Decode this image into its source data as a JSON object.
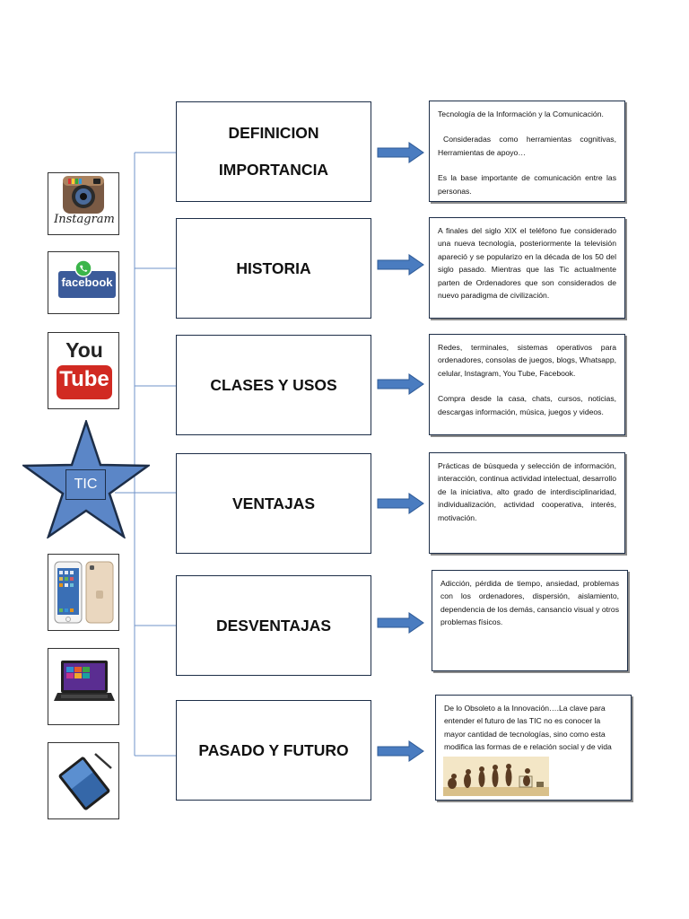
{
  "center": {
    "label": "TIC"
  },
  "icons": {
    "instagram_word": "Instagram",
    "facebook_word": "facebook",
    "youtube_you": "You",
    "youtube_tube": "Tube"
  },
  "topics": [
    {
      "lines": [
        "DEFINICION",
        "IMPORTANCIA"
      ]
    },
    {
      "lines": [
        "HISTORIA"
      ]
    },
    {
      "lines": [
        "CLASES Y USOS"
      ]
    },
    {
      "lines": [
        "VENTAJAS"
      ]
    },
    {
      "lines": [
        "DESVENTAJAS"
      ]
    },
    {
      "lines": [
        "PASADO Y FUTURO"
      ]
    }
  ],
  "descriptions": [
    {
      "paragraphs": [
        "Tecnología de la Información y la Comunicación.",
        "Consideradas como herramientas cognitivas, Herramientas de apoyo…",
        "Es la base importante de comunicación entre las personas."
      ]
    },
    {
      "paragraphs": [
        "A finales del siglo XIX el teléfono fue considerado una nueva tecnología, posteriormente la televisión apareció y se popularizo en la década de los 50 del siglo pasado. Mientras que las Tic actualmente parten de Ordenadores que son considerados de nuevo paradigma de civilización."
      ]
    },
    {
      "paragraphs": [
        "Redes, terminales, sistemas operativos para ordenadores, consolas de juegos, blogs, Whatsapp, celular, Instagram, You Tube, Facebook.",
        "Compra desde la casa, chats, cursos, noticias, descargas información, música, juegos y videos."
      ]
    },
    {
      "paragraphs": [
        "Prácticas de búsqueda y selección de información, interacción, continua actividad intelectual, desarrollo de la iniciativa, alto grado de interdisciplinaridad, individualización, actividad cooperativa, interés, motivación."
      ]
    },
    {
      "paragraphs": [
        "Adicción, pérdida de tiempo, ansiedad, problemas con los ordenadores, dispersión, aislamiento, dependencia de los demás, cansancio visual y otros problemas físicos."
      ]
    },
    {
      "paragraphs": [
        "De lo Obsoleto a la Innovación….La clave para entender el futuro de las TIC no es conocer la mayor cantidad de tecnologías, sino como esta modifica las formas de e relación social y de vida"
      ]
    }
  ],
  "colors": {
    "star_fill": "#5b86c7",
    "star_stroke": "#1d2e48",
    "arrow_fill": "#4a7cc0",
    "connector": "#5b86c7"
  }
}
